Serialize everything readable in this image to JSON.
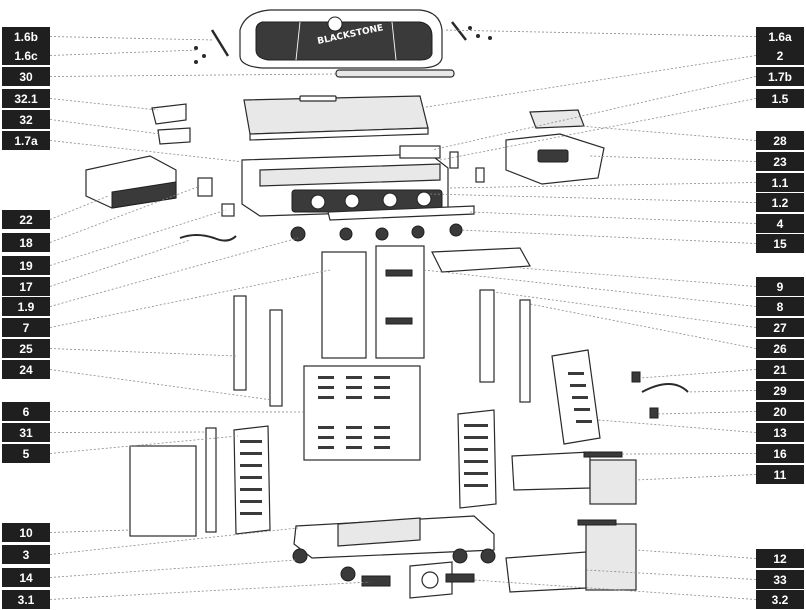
{
  "diagram": {
    "brand_text": "BLACKSTONE",
    "labels": [
      "1.6b",
      "1.6c",
      "30",
      "32.1",
      "32",
      "1.7a",
      "22",
      "18",
      "19",
      "17",
      "1.9",
      "7",
      "25",
      "24",
      "6",
      "31",
      "5",
      "10",
      "3",
      "14",
      "3.1",
      "1.6a",
      "2",
      "1.7b",
      "1.5",
      "28",
      "23",
      "1.1",
      "1.2",
      "4",
      "15",
      "9",
      "8",
      "27",
      "26",
      "21",
      "29",
      "20",
      "13",
      "16",
      "11",
      "12",
      "33",
      "3.2"
    ]
  }
}
